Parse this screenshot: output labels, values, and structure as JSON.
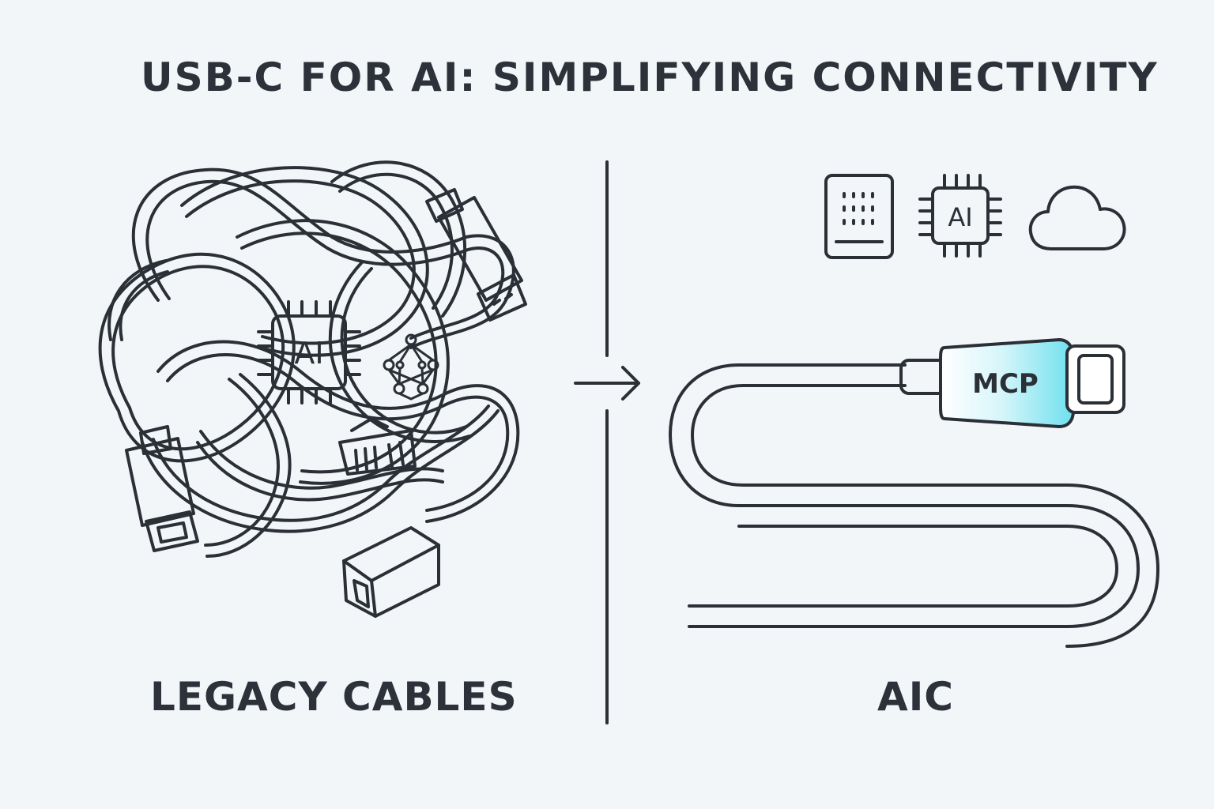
{
  "title": "USB-C FOR AI: SIMPLIFYING CONNECTIVITY",
  "left_panel": {
    "label": "LEGACY CABLES",
    "chip_label": "AI"
  },
  "right_panel": {
    "label": "AIC",
    "chip_label": "AI",
    "connector_label": "MCP"
  },
  "colors": {
    "line": "#2b2f36",
    "background": "#f3f6f9",
    "accent_glow": "#7fe3f0"
  },
  "icons": [
    "tangled-cables-icon",
    "usb-a-plug-icon",
    "usb-b-plug-icon",
    "ethernet-plug-icon",
    "ai-chip-icon",
    "neural-network-icon",
    "arrow-right-icon",
    "server-icon",
    "cloud-icon",
    "usb-c-cable-icon"
  ]
}
